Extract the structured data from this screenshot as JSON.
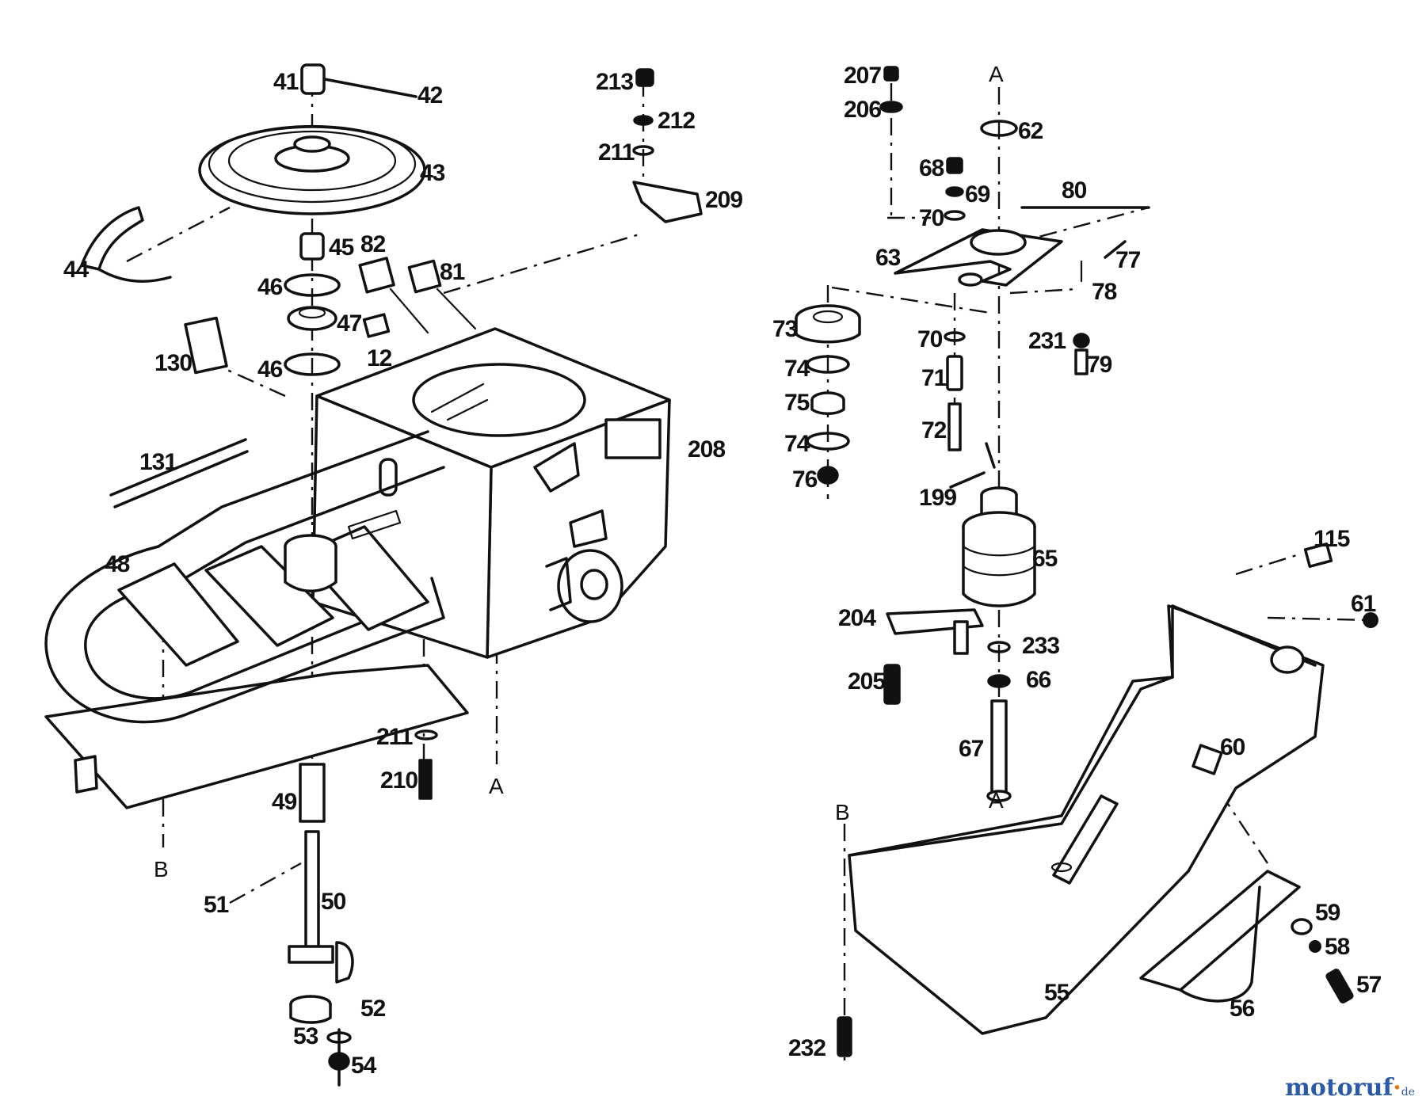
{
  "diagram": {
    "part_labels": [
      "41",
      "42",
      "43",
      "44",
      "45",
      "46",
      "47",
      "46",
      "48",
      "49",
      "50",
      "51",
      "52",
      "53",
      "54",
      "82",
      "81",
      "12",
      "130",
      "131",
      "208",
      "209",
      "210",
      "211",
      "211",
      "212",
      "213",
      "207",
      "206",
      "62",
      "68",
      "69",
      "70",
      "80",
      "63",
      "77",
      "78",
      "73",
      "74",
      "75",
      "74",
      "76",
      "70",
      "71",
      "72",
      "231",
      "79",
      "199",
      "65",
      "204",
      "205",
      "233",
      "66",
      "67",
      "115",
      "61",
      "60",
      "59",
      "58",
      "57",
      "56",
      "55",
      "232"
    ],
    "section_markers": [
      "A",
      "A",
      "A",
      "B",
      "B"
    ]
  },
  "watermark": {
    "main": "motoruf",
    "dot": "·",
    "tld": "de"
  }
}
